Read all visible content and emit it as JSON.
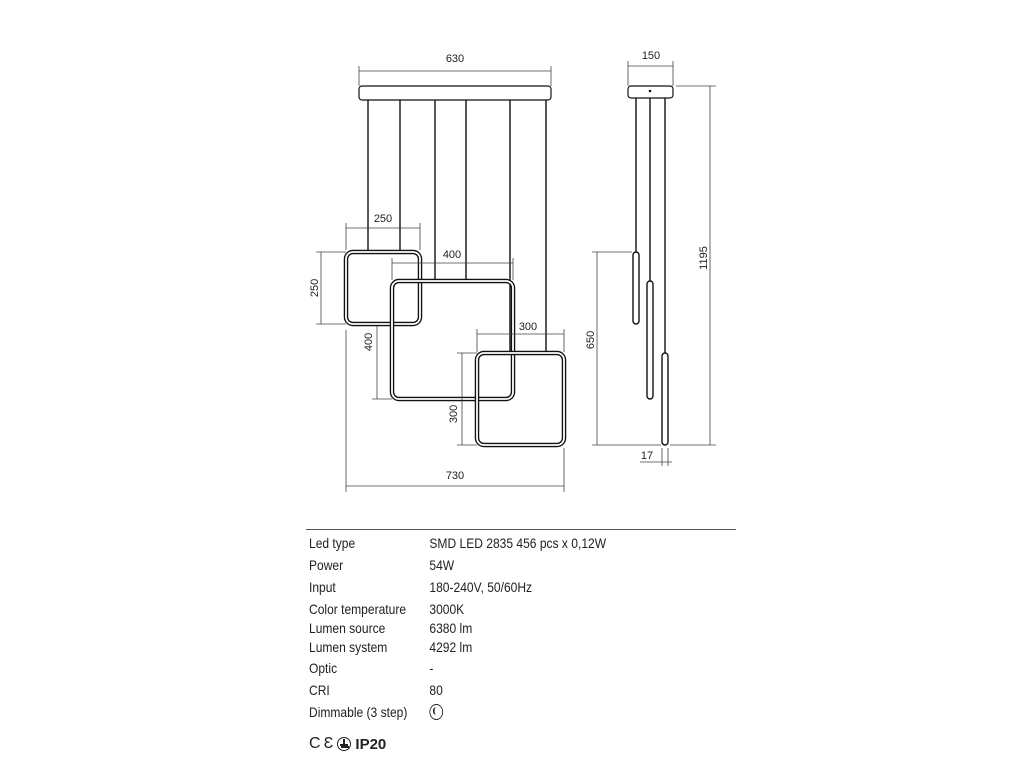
{
  "dimensions": {
    "canopy_width": "630",
    "side_width": "150",
    "total_height": "1195",
    "square_small": "250",
    "square_small_height": "250",
    "square_large": "400",
    "square_large_height": "400",
    "square_mid": "300",
    "square_mid_height": "300",
    "drop_height": "650",
    "profile_depth": "17",
    "overall_width": "730"
  },
  "specs": [
    {
      "label": "Led type",
      "value": "SMD LED 2835 456 pcs x 0,12W"
    },
    {
      "label": "Power",
      "value": "54W"
    },
    {
      "label": "Input",
      "value": "180-240V, 50/60Hz"
    },
    {
      "label": "Color temperature",
      "value": "3000K"
    },
    {
      "label": "Lumen source",
      "value": "6380 lm"
    },
    {
      "label": "Lumen system",
      "value": "4292 lm"
    },
    {
      "label": "Optic",
      "value": "-"
    },
    {
      "label": "CRI",
      "value": "80"
    },
    {
      "label": "Dimmable (3 step)",
      "value": ""
    }
  ],
  "certifications": {
    "ce": "C Ɛ",
    "ip_rating": "IP20"
  },
  "icons": {
    "dimmable": "dimmable-icon",
    "ground": "ground-icon"
  }
}
